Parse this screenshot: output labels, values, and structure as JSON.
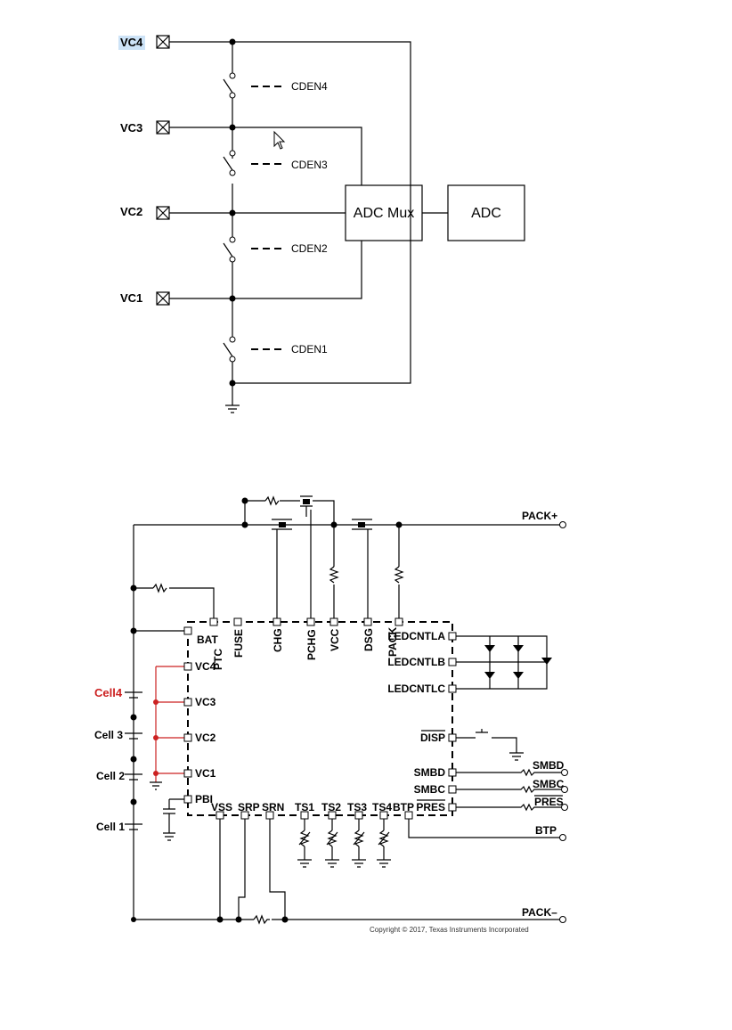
{
  "top_diagram": {
    "pins": [
      "VC4",
      "VC3",
      "VC2",
      "VC1"
    ],
    "switches": [
      "CDEN4",
      "CDEN3",
      "CDEN2",
      "CDEN1"
    ],
    "blocks": {
      "mux": "ADC Mux",
      "adc": "ADC"
    }
  },
  "bottom_diagram": {
    "top_pins": [
      "BAT",
      "PTC",
      "FUSE",
      "CHG",
      "PCHG",
      "VCC",
      "DSG",
      "PACK"
    ],
    "left_pins": [
      "VC4",
      "VC3",
      "VC2",
      "VC1",
      "PBI"
    ],
    "bottom_pins": [
      "VSS",
      "SRP",
      "SRN",
      "TS1",
      "TS2",
      "TS3",
      "TS4",
      "BTP"
    ],
    "right_pins": [
      "LEDCNTLA",
      "LEDCNTLB",
      "LEDCNTLC",
      "DISP",
      "SMBD",
      "SMBC",
      "PRES"
    ],
    "cells": [
      "Cell4",
      "Cell 3",
      "Cell 2",
      "Cell 1"
    ],
    "terminals": {
      "pack_plus": "PACK+",
      "pack_minus": "PACK–",
      "smbd": "SMBD",
      "smbc": "SMBC",
      "pres": "PRES",
      "btp": "BTP"
    },
    "copyright": "Copyright © 2017, Texas Instruments Incorporated"
  }
}
